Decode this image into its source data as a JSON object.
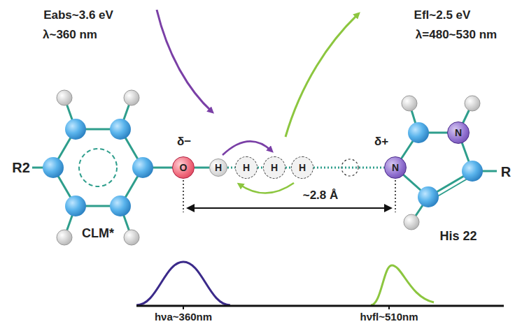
{
  "diagram": {
    "nodes": [
      {
        "text": [
          "O"
        ]
      },
      {
        "text": [
          "H"
        ]
      },
      {
        "text": [
          "H"
        ]
      },
      {
        "text": [
          "H"
        ]
      },
      {
        "text": [
          "H"
        ]
      },
      {
        "text": [
          "N"
        ]
      },
      {
        "text": [
          "N"
        ]
      }
    ],
    "edges": [
      {
        "from": 0,
        "to": 1,
        "arrow": "none"
      },
      {
        "from": 1,
        "to": 2,
        "arrow": "none"
      },
      {
        "from": 2,
        "to": 3,
        "arrow": "none"
      },
      {
        "from": 3,
        "to": 4,
        "arrow": "none"
      },
      {
        "from": 4,
        "to": 5,
        "arrow": "none"
      }
    ],
    "labels": [
      "Eabs~3.6 eV",
      "λ~360 nm",
      "Efl~2.5 eV",
      "λ=480~530 nm",
      "R2",
      "δ−",
      "δ+",
      "~2.8 Å",
      "CLM*",
      "His 22",
      "R",
      "hνa~360nm",
      "hνfl~510nm"
    ]
  }
}
